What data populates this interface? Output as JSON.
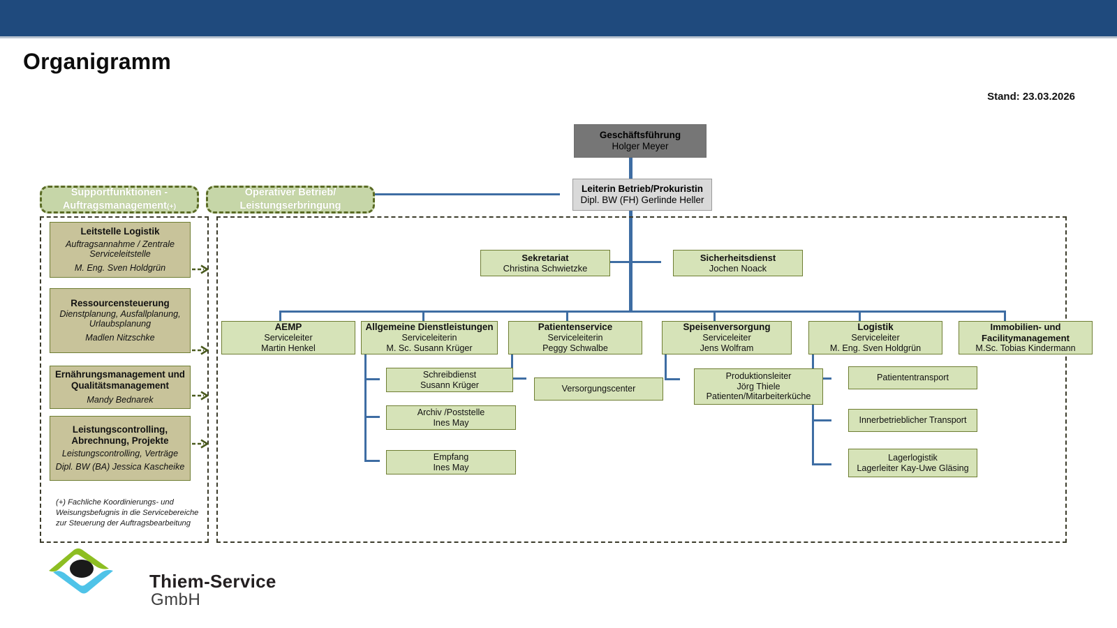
{
  "header": {
    "title": "Organigramm",
    "date_label": "Stand: 23.03.2026"
  },
  "top": {
    "geschaeftsfuehrung": {
      "title": "Geschäftsführung",
      "person": "Holger Meyer"
    },
    "leiterin": {
      "title": "Leiterin Betrieb/Prokuristin",
      "person": "Dipl. BW (FH) Gerlinde Heller"
    }
  },
  "groups": {
    "support": {
      "line1": "Supportfunktionen -",
      "line2": "Auftragsmanagement",
      "marker": "(+)"
    },
    "operativ": {
      "line1": "Operativer Betrieb/",
      "line2": "Leistungserbringung"
    }
  },
  "support_units": [
    {
      "title": "Leitstelle Logistik",
      "desc": "Auftragsannahme / Zentrale Serviceleitstelle",
      "person": "M. Eng. Sven Holdgrün"
    },
    {
      "title": "Ressourcensteuerung",
      "desc": "Dienstplanung, Ausfallplanung, Urlaubsplanung",
      "person": "Madlen Nitzschke"
    },
    {
      "title": "Ernährungsmanagement und Qualitätsmanagement",
      "desc": "",
      "person": "Mandy Bednarek"
    },
    {
      "title": "Leistungscontrolling, Abrechnung, Projekte",
      "desc": "Leistungscontrolling, Verträge",
      "person": "Dipl. BW (BA) Jessica Kascheike"
    }
  ],
  "footnote": "(+) Fachliche Koordinierungs- und Weisungsbefugnis in die Servicebereiche zur Steuerung der Auftragsbearbeitung",
  "staff_boxes": [
    {
      "title": "Sekretariat",
      "person": "Christina Schwietzke"
    },
    {
      "title": "Sicherheitsdienst",
      "person": "Jochen Noack"
    }
  ],
  "departments": [
    {
      "title": "AEMP",
      "role": "Serviceleiter",
      "person": "Martin Henkel"
    },
    {
      "title": "Allgemeine Dienstleistungen",
      "role": "Serviceleiterin",
      "person": "M. Sc. Susann Krüger"
    },
    {
      "title": "Patientenservice",
      "role": "Serviceleiterin",
      "person": "Peggy Schwalbe"
    },
    {
      "title": "Speisenversorgung",
      "role": "Serviceleiter",
      "person": "Jens Wolfram"
    },
    {
      "title": "Logistik",
      "role": "Serviceleiter",
      "person": "M. Eng. Sven Holdgrün"
    },
    {
      "title": "Immobilien- und Facilitymanagement",
      "role": "",
      "person": "M.Sc. Tobias Kindermann"
    }
  ],
  "sub_allgemeine": [
    {
      "line1": "Schreibdienst",
      "line2": "Susann Krüger"
    },
    {
      "line1": "Archiv /Poststelle",
      "line2": "Ines May"
    },
    {
      "line1": "Empfang",
      "line2": "Ines May"
    }
  ],
  "sub_patientenservice": [
    {
      "line1": "Versorgungscenter",
      "line2": ""
    }
  ],
  "sub_speisen": [
    {
      "line1": "Produktionsleiter",
      "line2": "Jörg Thiele",
      "line3": "Patienten/Mitarbeiterküche"
    }
  ],
  "sub_logistik": [
    {
      "line1": "Patiententransport",
      "line2": ""
    },
    {
      "line1": "Innerbetrieblicher Transport",
      "line2": ""
    },
    {
      "line1": "Lagerlogistik",
      "line2": "Lagerleiter Kay-Uwe Gläsing"
    }
  ],
  "logo": {
    "name": "Thiem-Service",
    "suffix": "GmbH"
  },
  "colors": {
    "topbar": "#1F4A7D",
    "green_fill": "#d6e3b8",
    "green_border": "#6e7d32",
    "tan_fill": "#c8c39a",
    "connector": "#3E6DA3",
    "gray_fill": "#767676",
    "logo_green": "#8DBE22",
    "logo_blue": "#4FC3E8"
  }
}
